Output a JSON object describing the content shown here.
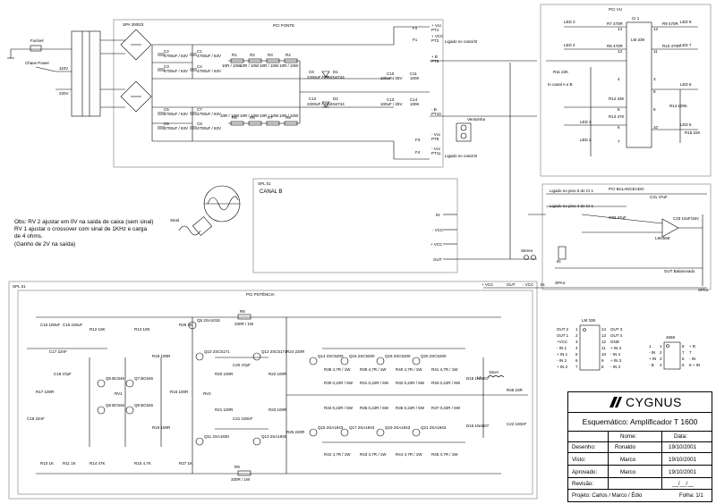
{
  "blocks": {
    "pci_fonte": "PCI FONTE",
    "pci_vu": "PCI VU",
    "pci_balanceado": "PCI BALANCEADO",
    "pci_potencia": "PCI POTÊNCIA",
    "spl01_top": "SPL 01",
    "spl01_left": "SPL 01",
    "canal_b": "CANAL B",
    "spa_label": "SPA 3000/3",
    "spa4_label": "SPA4"
  },
  "power": {
    "fusivel": "Fusível",
    "chave": "Chave Power",
    "v110": "110V",
    "v220": "220V",
    "c2": "C2",
    "c2v": "4700uF / 63V",
    "c3": "C3",
    "c3v": "4700uF / 63V",
    "c1": "C1",
    "c1v": "4700uF / 63V",
    "c4": "C4",
    "c4v": "4700uF / 63V",
    "c5": "C5",
    "c5v": "4700uF / 63V",
    "c6": "C6",
    "c6v": "4700uF / 63V",
    "c7": "C7",
    "c7v": "4700uF / 63V",
    "c8": "C8",
    "c8v": "4700uF / 63V",
    "r1": "R1",
    "r1v": "10R / 10W",
    "r2": "R2",
    "r2v": "10R / 10W",
    "r3": "R3",
    "r3v": "10R / 10W",
    "r4": "R4",
    "r4v": "10R / 10W",
    "r5": "R5",
    "r5v": "10R / 10W",
    "r6": "R6",
    "r6v": "10R / 10W",
    "r7": "R7",
    "r7v": "10R / 10W",
    "r8": "R8",
    "r8v": "10R / 10W",
    "c9": "C9",
    "c9v": "2200uF / 25V",
    "c12": "C12",
    "c12v": "2200uF / 25V",
    "d1": "D1",
    "d1v": "1N4744",
    "d2": "D2",
    "d2v": "1N4744",
    "c10": "C10",
    "c10v": "100uF / 25V",
    "c11": "C11",
    "c11v": "100K",
    "c13": "C13",
    "c13v": "100uF / 25V",
    "c14": "C14",
    "c14v": "100K",
    "ventoinha": "Ventoinha",
    "vmais": "+ Vcc",
    "vmais_pt": "PT1",
    "vcc_pt2": "+ VCC",
    "pt2": "PT2",
    "f1": "F1",
    "f2": "F2",
    "b_plus": "+ B",
    "pt8": "PT8",
    "b_minus": "- B",
    "pt10": "PT10",
    "ligado_a": "Ligado no canal B",
    "ligado_b": "Ligado no canal B",
    "f3": "F3",
    "f4": "F4",
    "vcc_minus": "- Vcc",
    "pt9": "PT9",
    "vcc_m2": "- Vcc",
    "pt11": "PT11"
  },
  "vu": {
    "ci1": "CI 1",
    "ci1_name": "LM 339",
    "led_labels": [
      "LED 1",
      "LED 2",
      "LED 3",
      "LED 4",
      "LED 5",
      "LED 6",
      "LED 7",
      "LED 8"
    ],
    "pins": [
      "14",
      "13",
      "12",
      "11",
      "4",
      "5",
      "6",
      "7",
      "8",
      "9",
      "10",
      "3"
    ],
    "canal_ab": "In canal A e B",
    "res": [
      "R7 470R",
      "R8 470R",
      "R9 470R",
      "R10 470R",
      "R11 22K",
      "R12 33K",
      "R13 47K",
      "R14 100K",
      "R15 22K"
    ]
  },
  "balanced": {
    "ligado_pino6": "Ligado no pino 6 do CI 1",
    "ligado_pino4": "Ligado no pino 4 do CI 1",
    "ci_label": "LM4558",
    "out_balanceado": "OUT Balanceado",
    "in_label": "IN",
    "c_labels": [
      "C31 47uF",
      "C32 47uF",
      "C33 10uF/16V"
    ]
  },
  "canal_b_panel": {
    "in": "IN",
    "vcc_minus": "- VCC",
    "vcc_plus": "+ VCC",
    "out": "OUT",
    "stereo": "Stereo"
  },
  "bus": {
    "vcc_plus": "+ VCC",
    "out": "OUT",
    "vcc_minus": "- VCC",
    "in": "IN",
    "spks": "SPKs"
  },
  "notes": "Obs: RV 2 ajustar em 0V na saída de caixa (sem sinal)\nRV 1 ajustar o crossover com sinal de 1KHz e carga\nde 4 ohms.\n(Ganho de 2V na saída)",
  "signal_label": "Sinal",
  "lm339": {
    "title": "LM 339",
    "left": [
      "OUT 2",
      "OUT 1",
      "+VCC",
      "- IN 1",
      "+ IN 1",
      "- IN 2",
      "+ IN 2"
    ],
    "right": [
      "OUT 3",
      "OUT 4",
      "GND",
      "+ IN 4",
      "- IN 4",
      "+ IN 3",
      "- IN 3"
    ],
    "lpins": [
      "1",
      "2",
      "3",
      "4",
      "5",
      "6",
      "7"
    ],
    "rpins": [
      "14",
      "13",
      "12",
      "11",
      "10",
      "9",
      "8"
    ]
  },
  "opamp4558": {
    "title": "4558",
    "left": [
      "1",
      "- IN",
      "+ IN",
      "- B"
    ],
    "right": [
      "+ B",
      "7",
      "- IN",
      "6 + IN"
    ],
    "lpins": [
      "1",
      "2",
      "3",
      "4"
    ],
    "rpins": [
      "8",
      "7",
      "6",
      "5"
    ]
  },
  "power_amp": {
    "r_top": "R6",
    "r_top_v": "330R / 1W",
    "q_labels": [
      "Q5 2SA1015",
      "Q6 BC546",
      "Q7 BC546",
      "Q8 BC546",
      "Q9 BC546",
      "Q10 2SC5171",
      "Q11 2SA1930",
      "Q12 2SC5171",
      "Q13 2SA1930",
      "Q14 2SC5200",
      "Q15 2SA1943",
      "Q16 2SC5200",
      "Q17 2SA1943",
      "Q18 2SC5200",
      "Q19 2SA1943",
      "Q20 2SC5200",
      "Q21 2SA1943"
    ],
    "re_labels": [
      "R30 0,22R / 5W",
      "R31 0,22R / 5W",
      "R32 0,22R / 5W",
      "R33 0,22R / 5W",
      "R34 0,22R / 5W",
      "R35 0,22R / 5W",
      "R36 0,22R / 5W",
      "R37 0,22R / 5W"
    ],
    "rb_labels": [
      "R38 4,7R / 1W",
      "R39 4,7R / 1W",
      "R40 4,7R / 1W",
      "R41 4,7R / 1W",
      "R42 4,7R / 1W",
      "R43 4,7R / 1W",
      "R44 4,7R / 1W",
      "R45 4,7R / 1W"
    ],
    "d_labels": [
      "D15 1N4007",
      "D16 1N4007"
    ],
    "l1": "L1",
    "l1v": "10uH",
    "r_out": "R46 10R",
    "c_out": "C22 100nF",
    "rv1": "RV1",
    "rv2": "RV2",
    "r_bottom": "R9",
    "r_bottom_v": "330R / 1W",
    "misc": [
      "C15 100uF",
      "C16 100uF",
      "R10 1K",
      "R11 1K",
      "C17 22nF",
      "C18 22nF",
      "R12 10K",
      "R13 10K",
      "R14 47K",
      "R15 4,7K",
      "C19 47pF",
      "C20 47pF",
      "C21 100nF",
      "R16 100R",
      "R17 100R",
      "R18 100R",
      "R19 100R",
      "R20 100R",
      "R21 100R",
      "R22 100R",
      "R23 100R",
      "R24 220R",
      "R25 220R",
      "R26 1K",
      "R27 1K"
    ]
  },
  "titleblock": {
    "brand": "CYGNUS",
    "title": "Esquemático: Amplificador T 1600",
    "col_nome": "Nome:",
    "col_data": "Data:",
    "desenho": "Desenho:",
    "desenho_nome": "Ronaldo",
    "desenho_data": "19/10/2001",
    "visto": "Visto:",
    "visto_nome": "Marco",
    "visto_data": "19/10/2001",
    "aprovado": "Aprovado:",
    "aprovado_nome": "Marco",
    "aprovado_data": "19/10/2001",
    "revisao": "Revisão:",
    "revisao_data": "__/__/__",
    "projeto": "Projeto: Carlos / Marco / Édio",
    "folha": "Folha: 1/1"
  }
}
